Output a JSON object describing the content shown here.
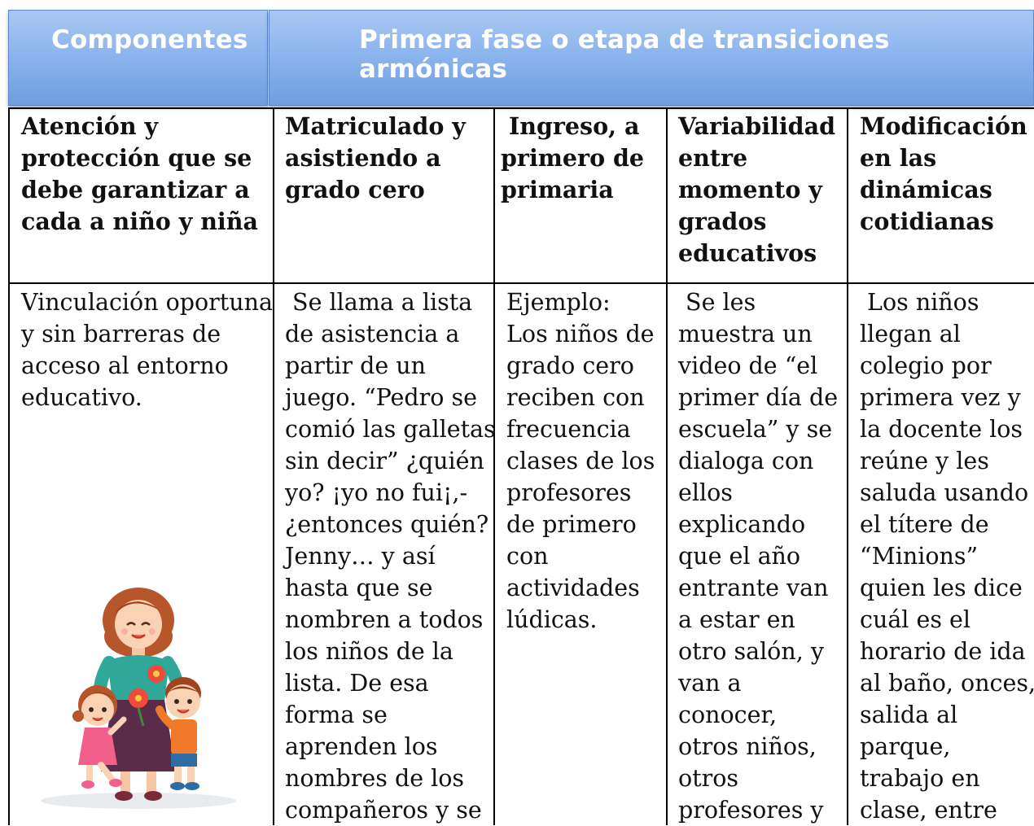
{
  "header": {
    "left_title": "Componentes",
    "right_title": "Primera fase o etapa de transiciones armónicas"
  },
  "table": {
    "column_headers": [
      "Atención y\nprotección que se\ndebe garantizar a\ncada a niño y niña",
      "Matriculado y\nasistiendo a\ngrado cero",
      " Ingreso, a\nprimero de\nprimaria",
      "Variabilidad\nentre\nmomento y\ngrados\neducativos",
      "Modificación\nen las\ndinámicas\ncotidianas"
    ],
    "row1": [
      "Vinculación oportuna\ny sin barreras de\nacceso al entorno\neducativo.",
      " Se llama a lista\nde asistencia a\npartir de un\njuego. “Pedro se\ncomió las galletas\nsin decir” ¿quién\nyo? ¡yo no fui¡,-\n¿entonces quién?\nJenny… y así\nhasta que se\nnombren a todos\nlos niños de la\nlista. De esa\nforma se\naprenden los\nnombres de los\ncompañeros y se",
      "Ejemplo:\nLos niños de\ngrado cero\nreciben con\nfrecuencia\nclases de los\nprofesores\nde primero\ncon\nactividades\nlúdicas.",
      " Se les\nmuestra un\nvideo de “el\nprimer día de\nescuela” y se\ndialoga con\nellos\nexplicando\nque el año\nentrante van\na estar en\notro salón, y\nvan a\nconocer,\notros niños,\notros\nprofesores y",
      " Los niños\nllegan al\ncolegio por\nprimera vez y\nla docente los\nreúne y les\nsaluda usando\nel títere de\n“Minions”\nquien les dice\ncuál es el\nhorario de ida\nal baño, onces,\nsalida al\nparque,\ntrabajo en\nclase, entre"
    ]
  },
  "illustration": {
    "icon": "teacher-with-children-illustration",
    "colors": {
      "teacher_shirt": "#2fa89a",
      "teacher_skirt": "#5a2c4a",
      "hair": "#b8562b",
      "girl_dress": "#f25f8a",
      "boy_shirt": "#f07a2a",
      "boy_pants": "#2e6da4",
      "flower": "#f04a3a"
    }
  }
}
